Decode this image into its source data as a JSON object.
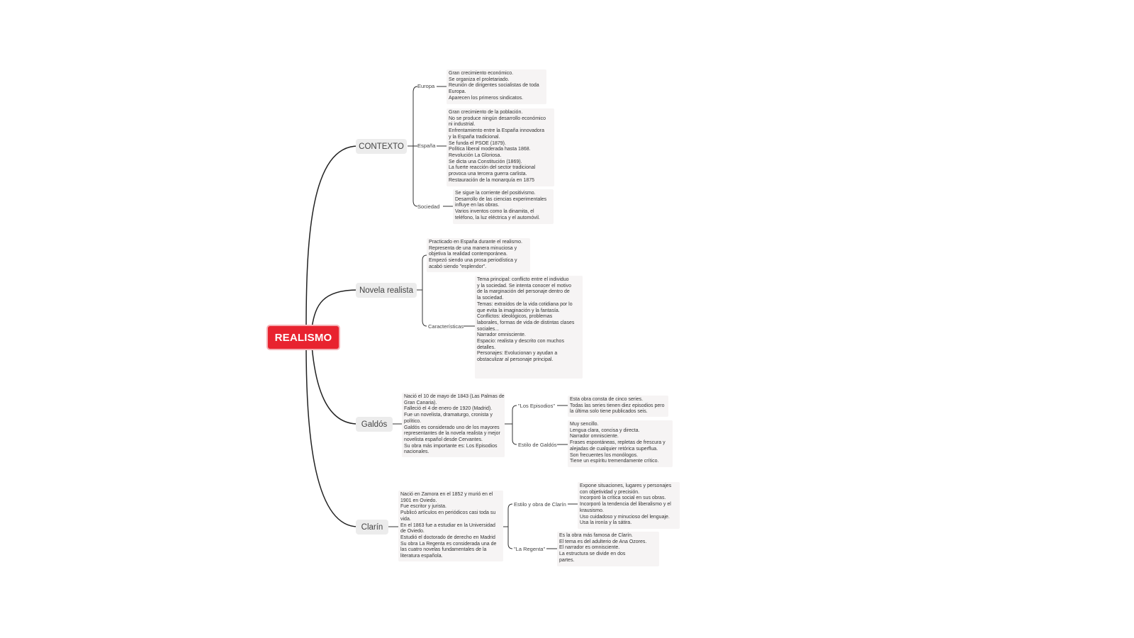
{
  "map": {
    "root": {
      "label": "REALISMO"
    },
    "topics": {
      "contexto": {
        "label": "CONTEXTO",
        "europa": {
          "label": "Europa",
          "note": [
            "Gran crecimiento económico.",
            "Se organiza el proletariado.",
            "Reunión de dirigentes socialistas de toda",
            "Europa.",
            "Aparecen los primeros sindicatos."
          ]
        },
        "espana": {
          "label": "España",
          "note": [
            "Gran crecimiento de la población.",
            "No se produce ningún desarrollo económico",
            "ni industrial.",
            "Enfrentamiento entre la España innovadora",
            "y la España tradicional.",
            "Se funda el PSOE (1879).",
            "Política liberal moderada hasta 1868.",
            "Revolución La Gloriosa.",
            "Se dicta una Constitución (1869).",
            "La fuerte reacción del sector tradicional",
            "provoca una tercera guerra carlista.",
            "Restauración de la monarquía en 1875"
          ]
        },
        "sociedad": {
          "label": "Sociedad",
          "note": [
            "Se sigue la corriente del positivismo.",
            "Desarrollo de las ciencias experimentales",
            "influye en las obras.",
            "Varios inventos como la dinamita, el",
            "teléfono, la luz eléctrica y el automóvil."
          ]
        }
      },
      "novela": {
        "label": "Novela realista",
        "intro": {
          "note": [
            "Practicado en España durante el realismo.",
            "Representa de una manera minuciosa y",
            "objetiva la realidad contemporánea.",
            "Empezó siendo una prosa periodística y",
            "acabó siendo \"esplendor\"."
          ]
        },
        "caracteristicas": {
          "label": "Características",
          "note": [
            "Tema principal: conflicto entre el individuo",
            "y la sociedad. Se intenta conocer el motivo",
            "de la marginación del personaje dentro de",
            "la sociedad.",
            "Temas: extraídos de la vida cotidiana por lo",
            "que evita la imaginación y la fantasía.",
            "Conflictos: ideológicos, problemas",
            "laborales, formas de vida de distintas clases",
            "sociales...",
            "Narrador omnisciente.",
            "Espacio: realista y descrito con muchos",
            "detalles.",
            "Personajes: Evolucionan y ayudan a",
            "obstaculizar al personaje principal."
          ]
        }
      },
      "galdos": {
        "label": "Galdós",
        "bio": {
          "note": [
            "Nació el 10 de mayo de 1843 (Las Palmas de",
            "Gran Canaria).",
            "Falleció el 4 de enero de 1920 (Madrid).",
            "Fue un novelista, dramaturgo, cronista y",
            "político.",
            "Galdós es considerado uno de los mayores",
            "representantes de la novela realista y mejor",
            "novelista español desde Cervantes.",
            "Su obra más  importante es: Los Episodios",
            "nacionales."
          ]
        },
        "episodios": {
          "label": "\"Los Episodios\"",
          "note": [
            "Esta obra consta de cinco series.",
            "Todas las series tienen diez episodios pero",
            "la última solo tiene publicados seis."
          ]
        },
        "estilo": {
          "label": "Estilo de Galdós",
          "note": [
            "Muy sencillo.",
            "Lengua clara, concisa y directa.",
            "Narrador omnisciente.",
            "Frases espontáneas, repletas de frescura y",
            "alejadas de cualquier retórica superflua.",
            "Son frecuentes los monólogos.",
            "Tiene un espíritu tremendamente crítico."
          ]
        }
      },
      "clarin": {
        "label": "Clarín",
        "bio": {
          "note": [
            "Nació en Zamora en el 1852 y murió en el",
            "1901 en Oviedo.",
            "Fue escritor y jurista.",
            "Publicó artículos en periódicos casi toda su",
            "vida.",
            "En el 1863 fue a estudiar en la Universidad",
            "de Oviedo.",
            "Estudió el doctorado de derecho en Madrid",
            "Su obra La Regenta es considerada una de",
            "las cuatro novelas fundamentales de la",
            "literatura española."
          ]
        },
        "estilo": {
          "label": "Estilo y obra de Clarín",
          "note": [
            "Expone situaciones, lugares y personajes",
            "con objetividad y precisión.",
            "Incorporó la crítica social en sus obras.",
            "Incorporó la tendencia del liberalismo y el",
            "krausismo.",
            "Uso cuidadoso y minucioso del lenguaje.",
            "Usa la ironía y la sátira."
          ]
        },
        "regenta": {
          "label": "\"La Regenta\"",
          "note": [
            "Es la obra más famosa de Clarín.",
            "El tema es del adulterio de Ana Ozores.",
            "El narrador es omnisciente.",
            "La estructura se divide en dos",
            "partes."
          ]
        }
      }
    }
  },
  "colors": {
    "root_fill": "#e8232f",
    "topic_fill": "#ececec",
    "note_fill": "#f6f4f4",
    "line": "#222222"
  }
}
